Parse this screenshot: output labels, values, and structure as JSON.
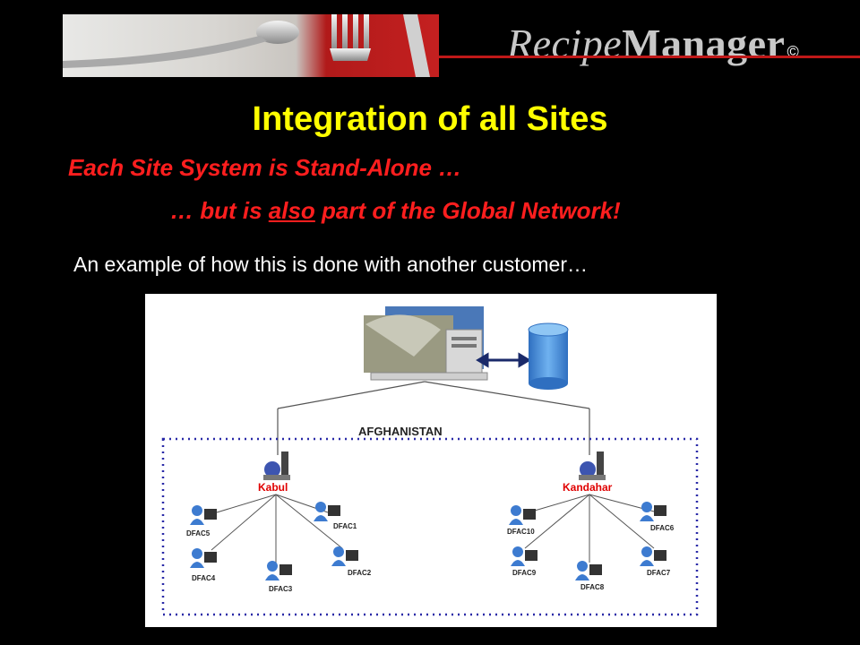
{
  "header": {
    "logo_part1": "Recipe",
    "logo_part2": "Manager",
    "logo_mark": "©"
  },
  "slide": {
    "title": "Integration of all Sites",
    "subtitle_line1": "Each Site System is Stand-Alone …",
    "subtitle_line2_prefix": "… but is ",
    "subtitle_line2_emphasis": "also",
    "subtitle_line2_suffix": " part of the Global Network!",
    "caption": "An example of how this is done with another customer…"
  },
  "diagram": {
    "region_label": "AFGHANISTAN",
    "sites": [
      {
        "name": "Kabul",
        "dfacs": [
          "DFAC5",
          "DFAC1",
          "DFAC4",
          "DFAC3",
          "DFAC2"
        ]
      },
      {
        "name": "Kandahar",
        "dfacs": [
          "DFAC10",
          "DFAC6",
          "DFAC9",
          "DFAC8",
          "DFAC7"
        ]
      }
    ],
    "colors": {
      "site_label": "#e00000",
      "dotted_border": "#2a2aa8",
      "connector": "#555555",
      "db": "#3a86d8"
    }
  }
}
